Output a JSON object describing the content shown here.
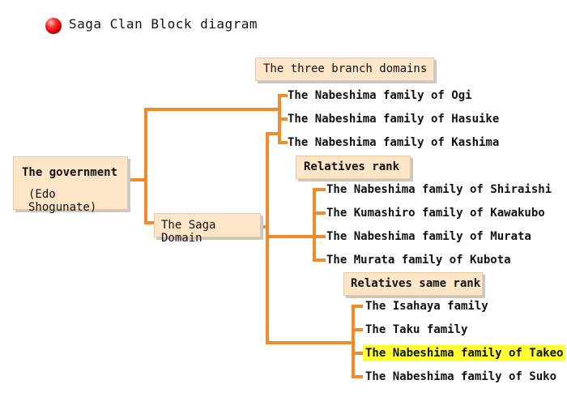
{
  "title": "Saga Clan Block diagram",
  "root": {
    "line1": "The government",
    "line2": "(Edo Shogunate)"
  },
  "saga": "The Saga Domain",
  "groups": {
    "branch": {
      "label": "The three branch domains",
      "items": [
        "The Nabeshima family of Ogi",
        "The Nabeshima family of Hasuike",
        "The Nabeshima family of Kashima"
      ]
    },
    "relatives": {
      "label": "Relatives rank",
      "items": [
        "The Nabeshima family of Shiraishi",
        "The Kumashiro family of Kawakubo",
        "The Nabeshima family of Murata",
        "The Murata family of Kubota"
      ]
    },
    "same": {
      "label": "Relatives same rank",
      "items": [
        "The Isahaya family",
        "The Taku family",
        "The Nabeshima family of Takeo",
        "The Nabeshima family of Suko"
      ]
    }
  },
  "colors": {
    "connector": "#f08a2c",
    "box_fill": "#fde5c8",
    "highlight": "#ffff33"
  }
}
